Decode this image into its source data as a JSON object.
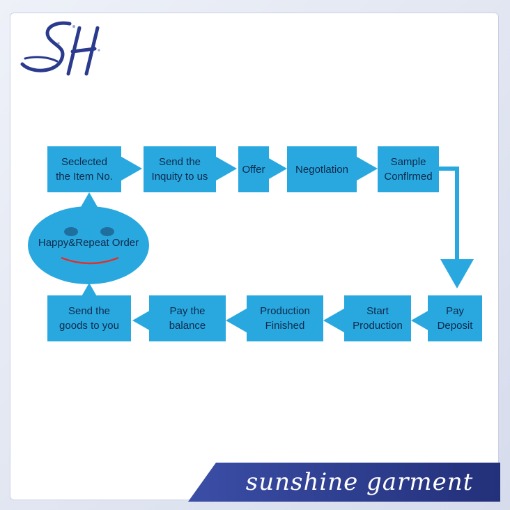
{
  "brand": {
    "logo_text": "SH",
    "footer_text": "sunshine garment"
  },
  "colors": {
    "box_fill": "#29a8e0",
    "arrow": "#29a8e0",
    "smile_line": "#e0302a",
    "footer_band": "#2a3a8c",
    "logo": "#2a3a8c"
  },
  "flow": {
    "top_row": [
      {
        "id": "selected",
        "label": "Seclected\nthe Item No."
      },
      {
        "id": "send-inquiry",
        "label": "Send the\nInquity to us"
      },
      {
        "id": "offer",
        "label": "Offer"
      },
      {
        "id": "negotiation",
        "label": "Negotlation"
      },
      {
        "id": "sample",
        "label": "Sample\nConflrmed"
      }
    ],
    "right_col": [
      {
        "id": "pay-deposit",
        "label": "Pay\nDeposit"
      }
    ],
    "bottom_row": [
      {
        "id": "start-production",
        "label": "Start\nProduction"
      },
      {
        "id": "production-finished",
        "label": "Production\nFinished"
      },
      {
        "id": "pay-balance",
        "label": "Pay the\nbalance"
      },
      {
        "id": "send-goods",
        "label": "Send the\ngoods to you"
      }
    ],
    "center": {
      "id": "happy",
      "label": "Happy&Repeat Order",
      "icon": "smiley-face-icon"
    }
  }
}
